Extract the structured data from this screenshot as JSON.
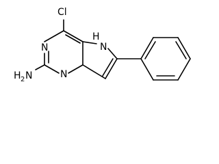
{
  "molecule": {
    "atoms": {
      "chlorine": "Cl",
      "nh_pyrrole": "H",
      "n_pyrrole": "N",
      "n_upper": "N",
      "n_lower": "N",
      "amine_h": "H",
      "amine_subscript": "2",
      "amine_n": "N"
    }
  }
}
